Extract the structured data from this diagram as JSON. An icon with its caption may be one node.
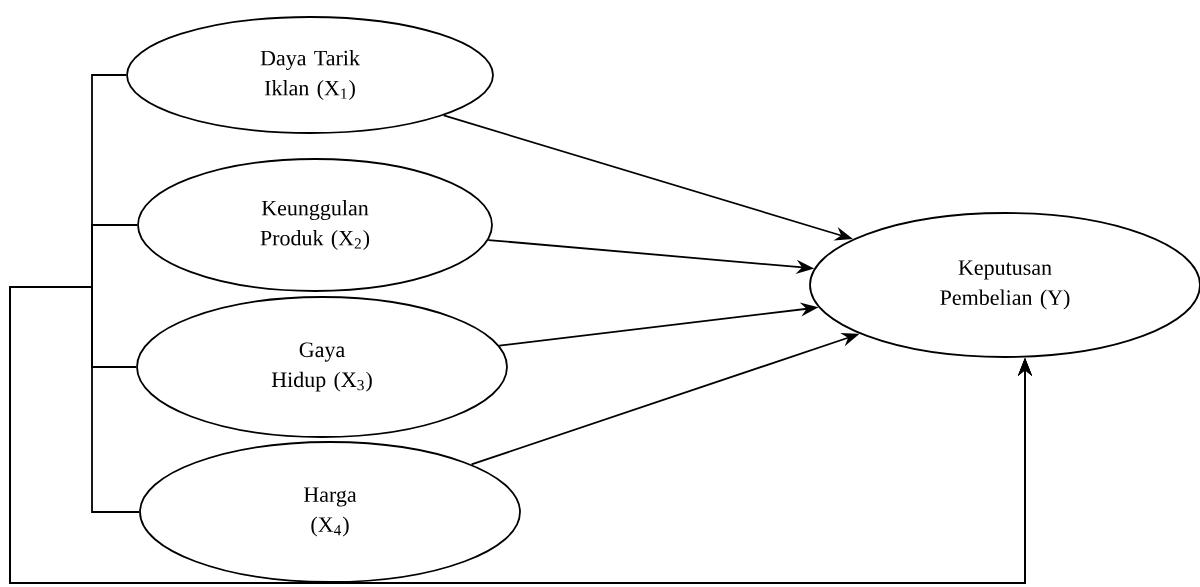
{
  "diagram": {
    "nodes": [
      {
        "text": [
          "Daya Tarik Iklan (X$_{1}$)"
        ]
      },
      {
        "text": [
          "Keunggulan Produk (X$_{2}$)"
        ]
      },
      {
        "text": [
          "Gaya Hidup (X$_{3}$)"
        ]
      },
      {
        "text": [
          "Harga (X$_{4}$)"
        ]
      },
      {
        "text": [
          "Keputusan Pembelian (Y)"
        ]
      }
    ],
    "edges": [
      {
        "from": 0,
        "to": 4,
        "arrow": "to"
      },
      {
        "from": 1,
        "to": 4,
        "arrow": "to"
      },
      {
        "from": 2,
        "to": 4,
        "arrow": "to"
      },
      {
        "from": 3,
        "to": 4,
        "arrow": "to"
      },
      {
        "from": 0,
        "to": 4,
        "arrow": "to"
      },
      {
        "from": 1,
        "to": 4,
        "arrow": "to"
      },
      {
        "from": 2,
        "to": 4,
        "arrow": "to"
      },
      {
        "from": 3,
        "to": 4,
        "arrow": "to"
      }
    ]
  }
}
